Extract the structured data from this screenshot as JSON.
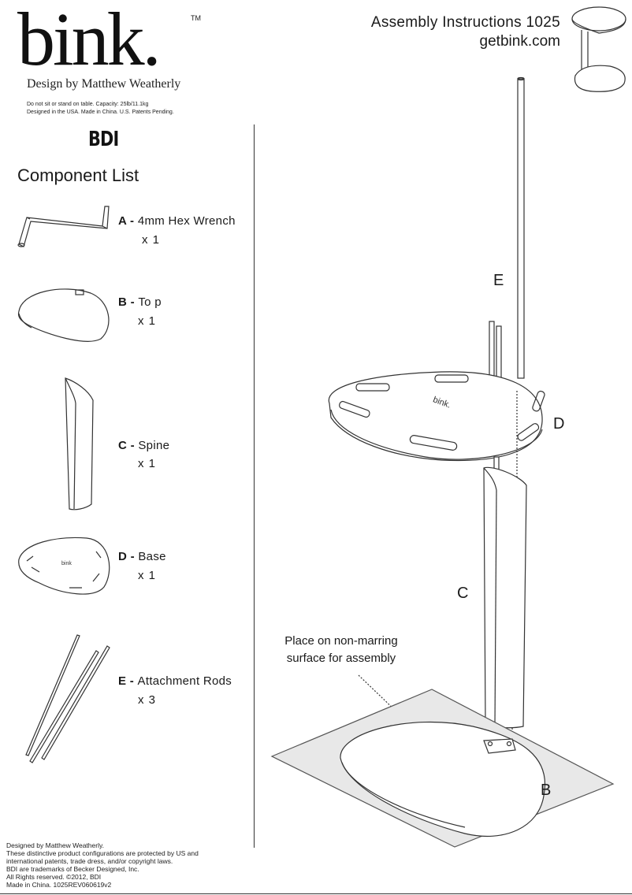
{
  "brand": {
    "logo": "bink.",
    "trademark": "TM",
    "byline": "Design by Matthew Weatherly",
    "warning_line1": "Do not sit or stand on table. Capacity: 25lb/11.1kg",
    "warning_line2": "Designed in the USA. Made in China. U.S. Patents Pending.",
    "maker_logo": "BDI"
  },
  "header": {
    "title": "Assembly Instructions 1025",
    "url": "getbink.com"
  },
  "component_list": {
    "heading": "Component List",
    "items": [
      {
        "letter": "A",
        "sep": " - ",
        "name": "4mm Hex Wrench",
        "qty": "x 1"
      },
      {
        "letter": "B",
        "sep": " - ",
        "name": "To p",
        "qty": "x 1"
      },
      {
        "letter": "C",
        "sep": " - ",
        "name": "Spine",
        "qty": "x 1"
      },
      {
        "letter": "D",
        "sep": " - ",
        "name": "Base",
        "qty": "x 1"
      },
      {
        "letter": "E",
        "sep": " - ",
        "name": "Attachment Rods",
        "qty": "x 3"
      }
    ]
  },
  "diagram": {
    "callouts": {
      "e": "E",
      "d": "D",
      "c": "C",
      "b": "B"
    },
    "note_line1": "Place on non-marring",
    "note_line2": "surface for assembly",
    "plate_mark": "bink."
  },
  "footer": {
    "lines": [
      "Designed by Matthew Weatherly.",
      "These distinctive product configurations are protected by US and",
      "international patents, trade dress, and/or copyright laws.",
      "BDI are trademarks of Becker Designed, Inc.",
      "All Rights reserved.  ©2012, BDI",
      "Made in China. 1025REV060619v2"
    ]
  }
}
